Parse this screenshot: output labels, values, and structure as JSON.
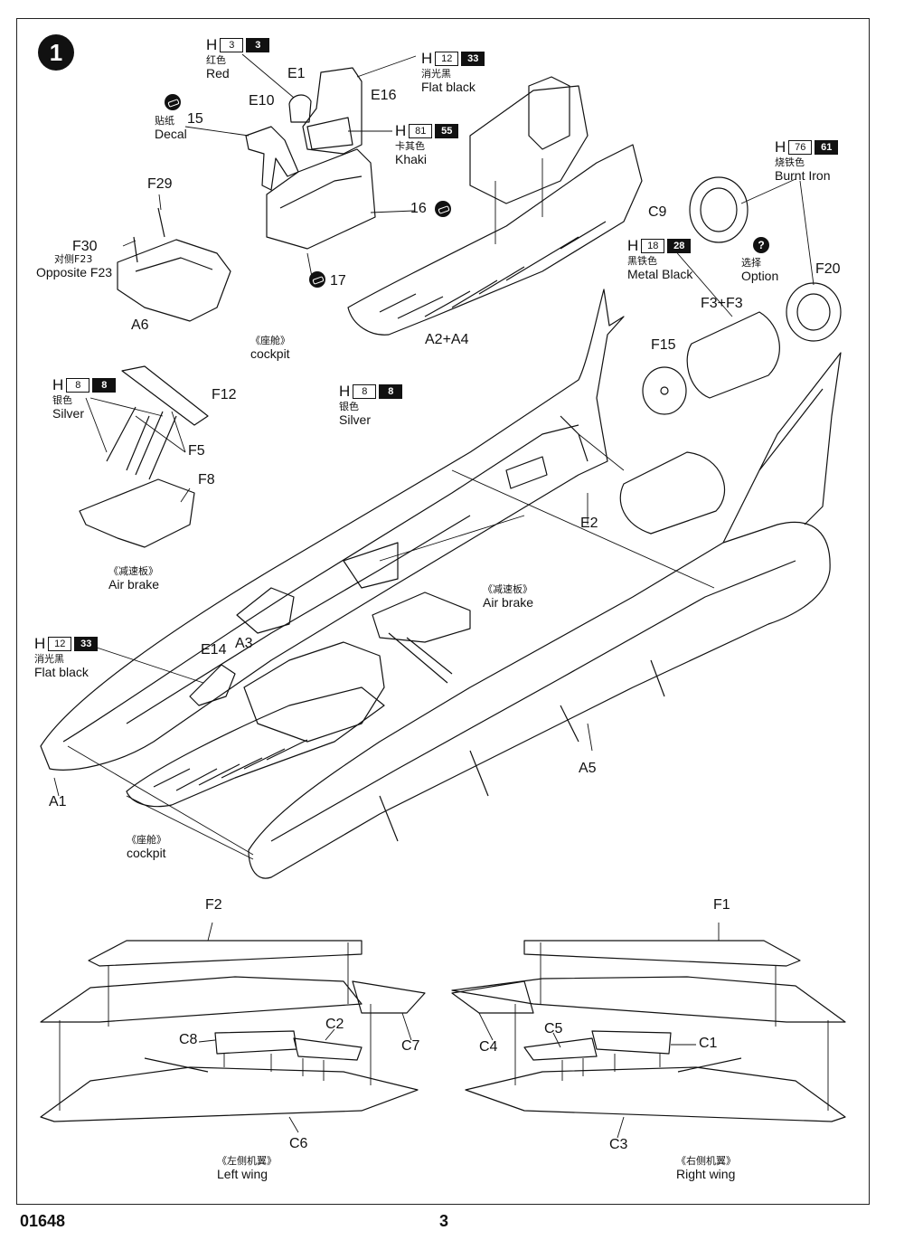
{
  "header": {
    "step": "1"
  },
  "footer": {
    "code": "01648",
    "page": "3"
  },
  "paint": {
    "red": {
      "h": "H",
      "n1": "3",
      "n2": "3",
      "zh": "红色",
      "en": "Red"
    },
    "flat_black_top": {
      "h": "H",
      "n1": "12",
      "n2": "33",
      "zh": "消光黑",
      "en": "Flat black"
    },
    "khaki": {
      "h": "H",
      "n1": "81",
      "n2": "55",
      "zh": "卡其色",
      "en": "Khaki"
    },
    "burnt_iron": {
      "h": "H",
      "n1": "76",
      "n2": "61",
      "zh": "烧铁色",
      "en": "Burnt Iron"
    },
    "metal_black": {
      "h": "H",
      "n1": "18",
      "n2": "28",
      "zh": "黑铁色",
      "en": "Metal  Black"
    },
    "silver_left": {
      "h": "H",
      "n1": "8",
      "n2": "8",
      "zh": "银色",
      "en": "Silver"
    },
    "silver_mid": {
      "h": "H",
      "n1": "8",
      "n2": "8",
      "zh": "银色",
      "en": "Silver"
    },
    "flat_black_left": {
      "h": "H",
      "n1": "12",
      "n2": "33",
      "zh": "消光黑",
      "en": "Flat black"
    }
  },
  "notes": {
    "decal": {
      "zh": "贴纸",
      "en": "Decal"
    },
    "option": {
      "zh": "选择",
      "en": "Option"
    },
    "opposite": {
      "zh": "对侧F23",
      "en": "Opposite F23"
    },
    "cockpit_top": {
      "zh": "《座舱》",
      "en": "cockpit"
    },
    "cockpit_bottom": {
      "zh": "《座舱》",
      "en": "cockpit"
    },
    "airbrake_left": {
      "zh": "《减速板》",
      "en": "Air brake"
    },
    "airbrake_mid": {
      "zh": "《减速板》",
      "en": "Air brake"
    },
    "left_wing": {
      "zh": "《左侧机翼》",
      "en": "Left wing"
    },
    "right_wing": {
      "zh": "《右侧机翼》",
      "en": "Right wing"
    }
  },
  "parts": {
    "e1": "E1",
    "e10": "E10",
    "e16": "E16",
    "p15": "15",
    "p16": "16",
    "p17": "17",
    "f29": "F29",
    "f30": "F30",
    "a6": "A6",
    "a2a4": "A2+A4",
    "c9": "C9",
    "f20": "F20",
    "f3f3": "F3+F3",
    "f15": "F15",
    "f12": "F12",
    "f5": "F5",
    "f8": "F8",
    "e2": "E2",
    "a3": "A3",
    "e14": "E14",
    "a1": "A1",
    "a5": "A5",
    "f2": "F2",
    "f1": "F1",
    "c8": "C8",
    "c2": "C2",
    "c7": "C7",
    "c6": "C6",
    "c5": "C5",
    "c1": "C1",
    "c4": "C4",
    "c3": "C3"
  }
}
